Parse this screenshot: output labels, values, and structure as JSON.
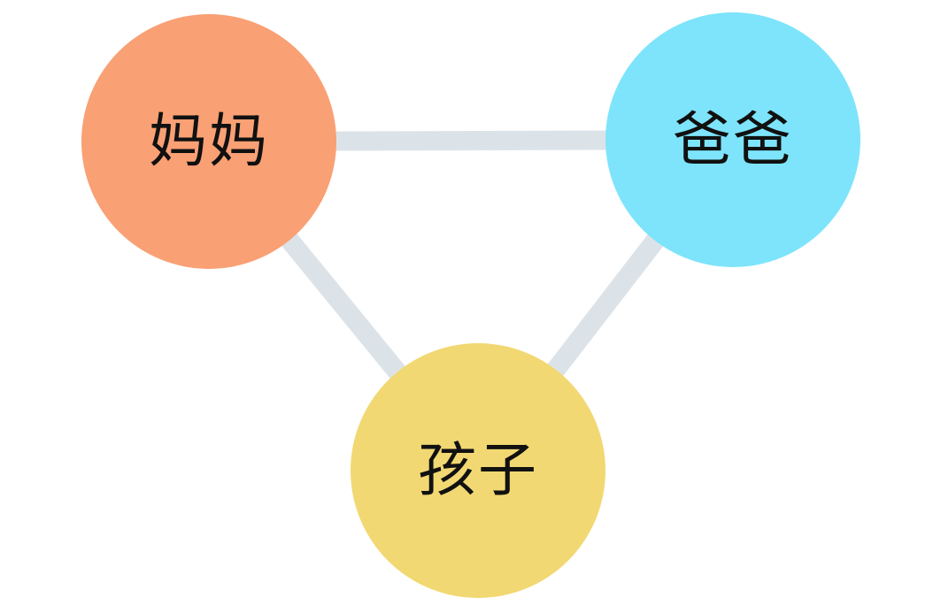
{
  "nodes": {
    "mom": {
      "label": "妈妈",
      "color": "#F9A074"
    },
    "dad": {
      "label": "爸爸",
      "color": "#7DE4FB"
    },
    "child": {
      "label": "孩子",
      "color": "#F2D872"
    }
  },
  "edge_color": "#DCE3E8",
  "edges": [
    {
      "from": "mom",
      "to": "dad"
    },
    {
      "from": "mom",
      "to": "child"
    },
    {
      "from": "dad",
      "to": "child"
    }
  ]
}
